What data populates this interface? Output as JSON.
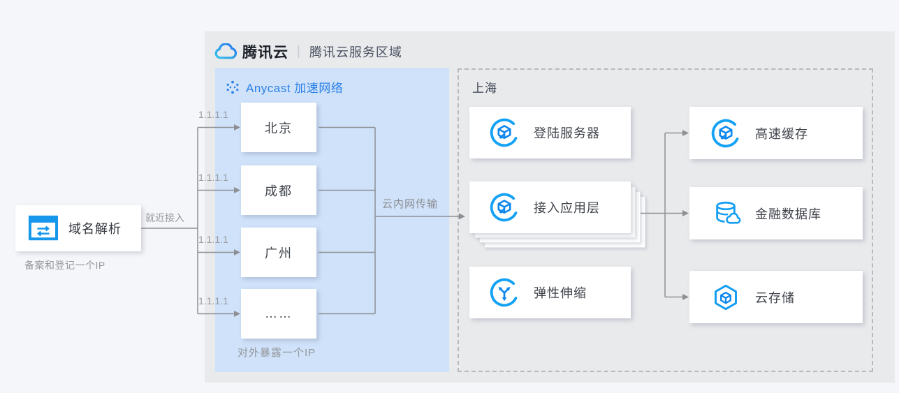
{
  "colors": {
    "accent_blue": "#2c80e8",
    "icon_blue": "#129df2",
    "anycast_panel_blue": "#cfe2fa",
    "region_panel_gray": "#e9eaec",
    "connector_gray": "#8e8f93"
  },
  "header": {
    "brand": "腾讯云",
    "separator": "|",
    "region_title": "腾讯云服务区域",
    "logo_icon": "tencent-cloud-logo"
  },
  "dns": {
    "label": "域名解析",
    "caption": "备案和登记一个IP",
    "edge_label": "就近接入",
    "icon": "domain-resolution-icon"
  },
  "anycast": {
    "title": "Anycast 加速网络",
    "icon": "network-dots-icon",
    "nodes": [
      {
        "label": "北京",
        "ip": "1.1.1.1"
      },
      {
        "label": "成都",
        "ip": "1.1.1.1"
      },
      {
        "label": "广州",
        "ip": "1.1.1.1"
      },
      {
        "label": "……",
        "ip": "1.1.1.1"
      }
    ],
    "footer": "对外暴露一个IP",
    "edge_label": "云内网传输"
  },
  "shanghai": {
    "title": "上海",
    "services": [
      {
        "label": "登陆服务器",
        "icon": "cloud-server-icon"
      },
      {
        "label": "接入应用层",
        "icon": "cloud-server-icon"
      },
      {
        "label": "弹性伸缩",
        "icon": "auto-scaling-icon"
      }
    ],
    "targets": [
      {
        "label": "高速缓存",
        "icon": "cloud-server-icon"
      },
      {
        "label": "金融数据库",
        "icon": "cloud-database-icon"
      },
      {
        "label": "云存储",
        "icon": "cloud-storage-icon"
      }
    ]
  }
}
